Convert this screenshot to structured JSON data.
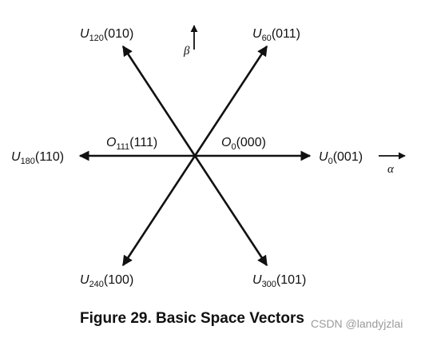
{
  "diagram": {
    "colors": {
      "ink": "#111111",
      "watermark": "#9a9a9a"
    },
    "axes": {
      "alpha": "α",
      "beta": "β"
    },
    "vectors": [
      {
        "id": "u0",
        "base": "U",
        "sub": "0",
        "code": "(001)"
      },
      {
        "id": "u60",
        "base": "U",
        "sub": "60",
        "code": "(011)"
      },
      {
        "id": "u120",
        "base": "U",
        "sub": "120",
        "code": "(010)"
      },
      {
        "id": "u180",
        "base": "U",
        "sub": "180",
        "code": "(110)"
      },
      {
        "id": "u240",
        "base": "U",
        "sub": "240",
        "code": "(100)"
      },
      {
        "id": "u300",
        "base": "U",
        "sub": "300",
        "code": "(101)"
      }
    ],
    "null_vectors": [
      {
        "id": "o0",
        "base": "O",
        "sub": "0",
        "code": "(000)"
      },
      {
        "id": "o111",
        "base": "O",
        "sub": "111",
        "code": "(111)"
      }
    ]
  },
  "caption": "Figure 29.  Basic Space Vectors",
  "watermark": "CSDN @landyjzlai"
}
